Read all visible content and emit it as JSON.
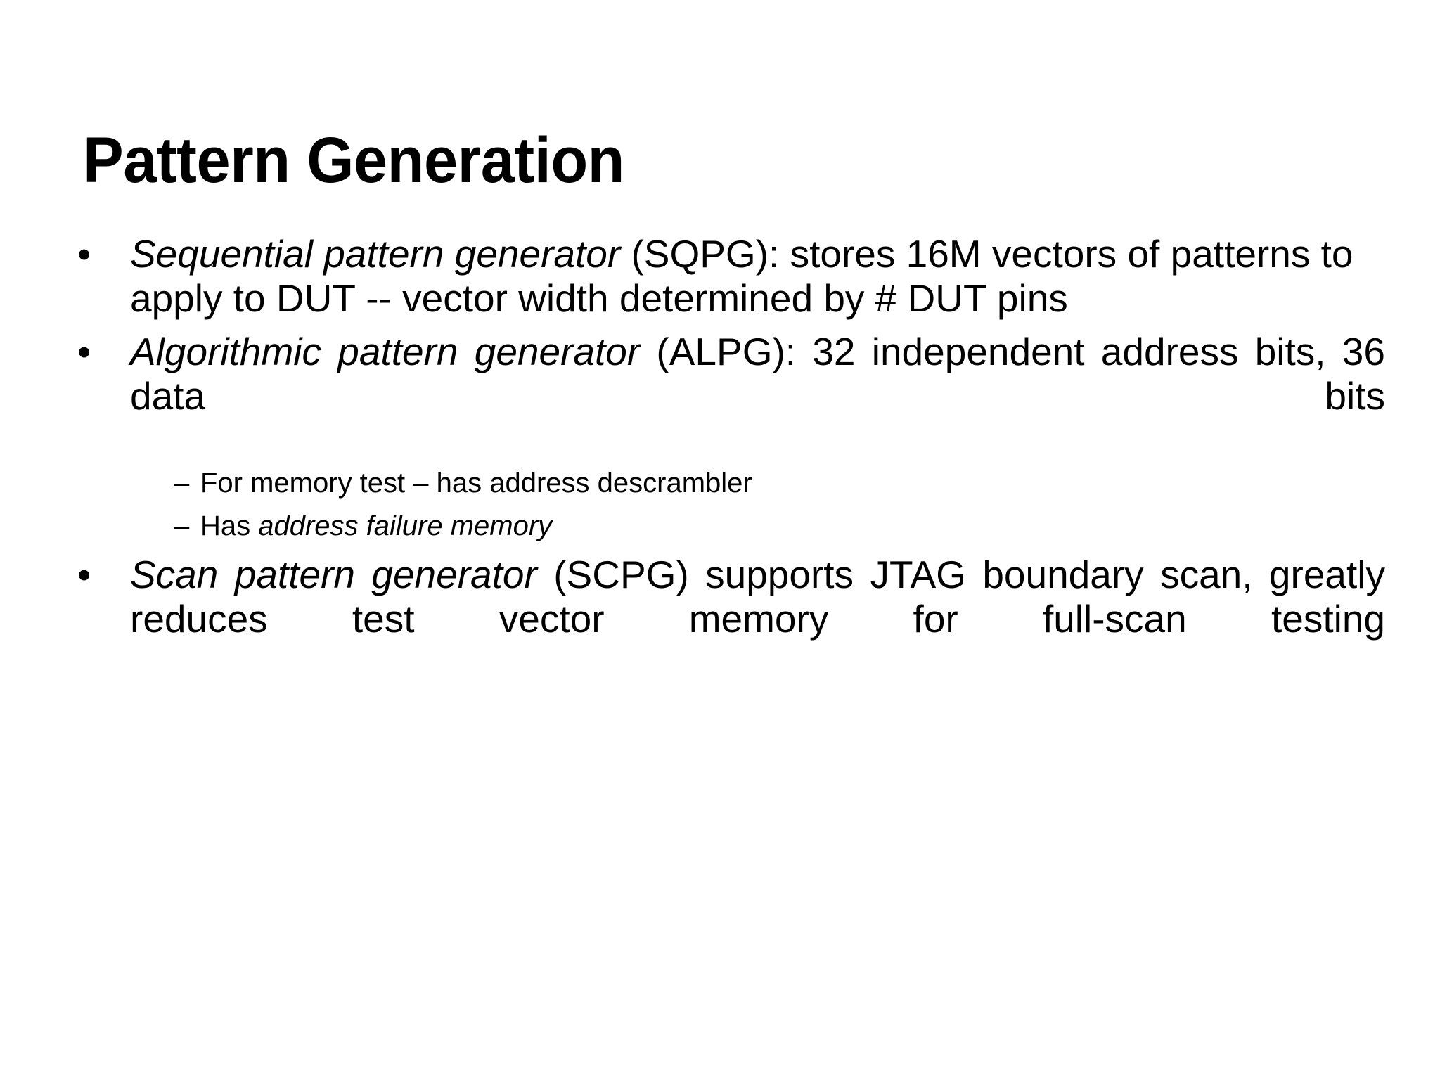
{
  "slide": {
    "title": "Pattern Generation",
    "background_color": "#ffffff",
    "text_color": "#000000",
    "bullet_marker": "•",
    "subbullet_marker": "–",
    "bullets": [
      {
        "id": "sqpg",
        "italic_lead": "Sequential pattern generator",
        "rest": " (SQPG): stores 16M vectors of patterns to apply to DUT -- vector width determined by # DUT pins",
        "align": "left"
      },
      {
        "id": "alpg",
        "italic_lead": "Algorithmic pattern generator",
        "rest": " (ALPG): 32 independent address bits, 36 data bits",
        "align": "justify",
        "subbullets": [
          {
            "id": "memtest",
            "lead": "For memory test – has address descrambler",
            "italic_tail": ""
          },
          {
            "id": "afm",
            "lead": "Has ",
            "italic_tail": "address failure memory"
          }
        ]
      },
      {
        "id": "scpg",
        "italic_lead": "Scan pattern generator",
        "rest": " (SCPG) supports JTAG boundary scan, greatly reduces test vector memory for full-scan testing",
        "align": "justify"
      }
    ]
  }
}
